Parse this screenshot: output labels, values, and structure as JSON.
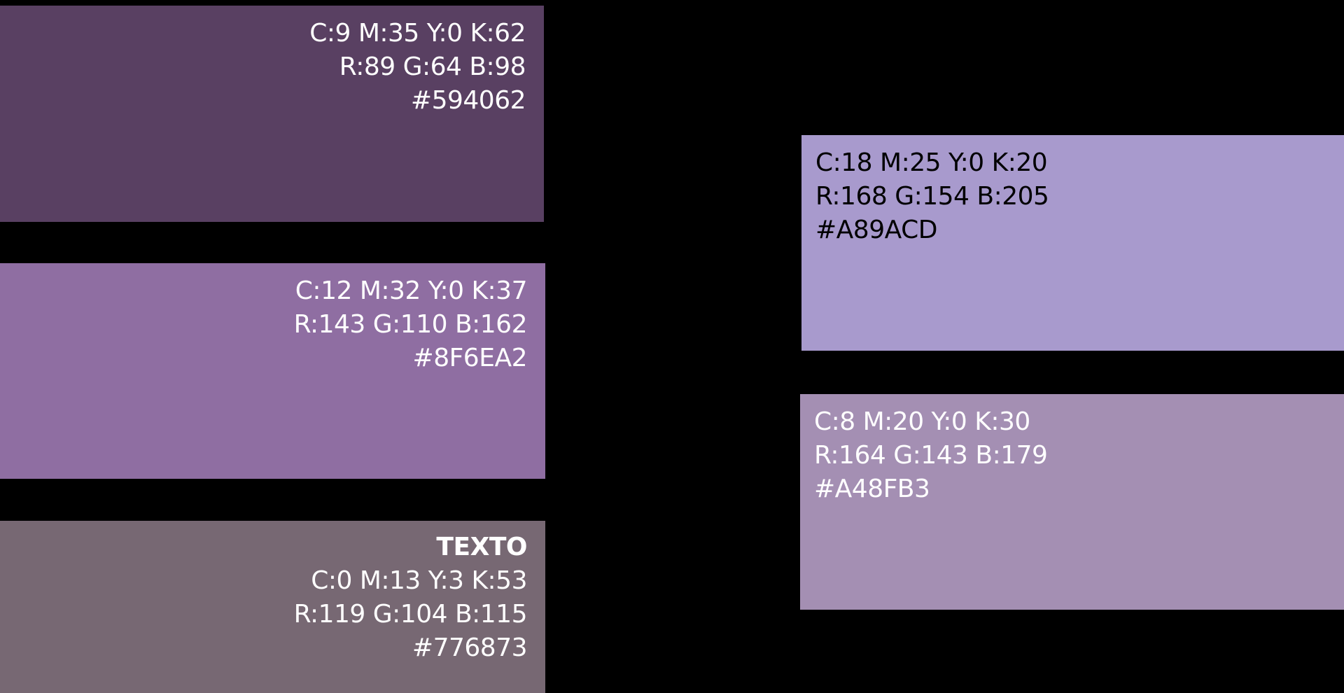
{
  "swatches": [
    {
      "id": "sw1",
      "color": "#594062",
      "text_color": "#ffffff",
      "cmyk": "C:9 M:35 Y:0 K:62",
      "rgb": "R:89 G:64 B:98",
      "hex": "#594062"
    },
    {
      "id": "sw2",
      "color": "#8F6EA2",
      "text_color": "#ffffff",
      "cmyk": "C:12 M:32 Y:0 K:37",
      "rgb": "R:143 G:110 B:162",
      "hex": "#8F6EA2"
    },
    {
      "id": "sw3",
      "color": "#776873",
      "text_color": "#ffffff",
      "title": "TEXTO",
      "cmyk": "C:0 M:13 Y:3 K:53",
      "rgb": "R:119 G:104 B:115",
      "hex": "#776873"
    },
    {
      "id": "sw4",
      "color": "#A89ACD",
      "text_color": "#000000",
      "cmyk": "C:18 M:25 Y:0 K:20",
      "rgb": "R:168 G:154 B:205",
      "hex": "#A89ACD"
    },
    {
      "id": "sw5",
      "color": "#A48FB3",
      "text_color": "#ffffff",
      "cmyk": "C:8 M:20 Y:0 K:30",
      "rgb": "R:164 G:143 B:179",
      "hex": "#A48FB3"
    }
  ],
  "background_color": "#000000"
}
